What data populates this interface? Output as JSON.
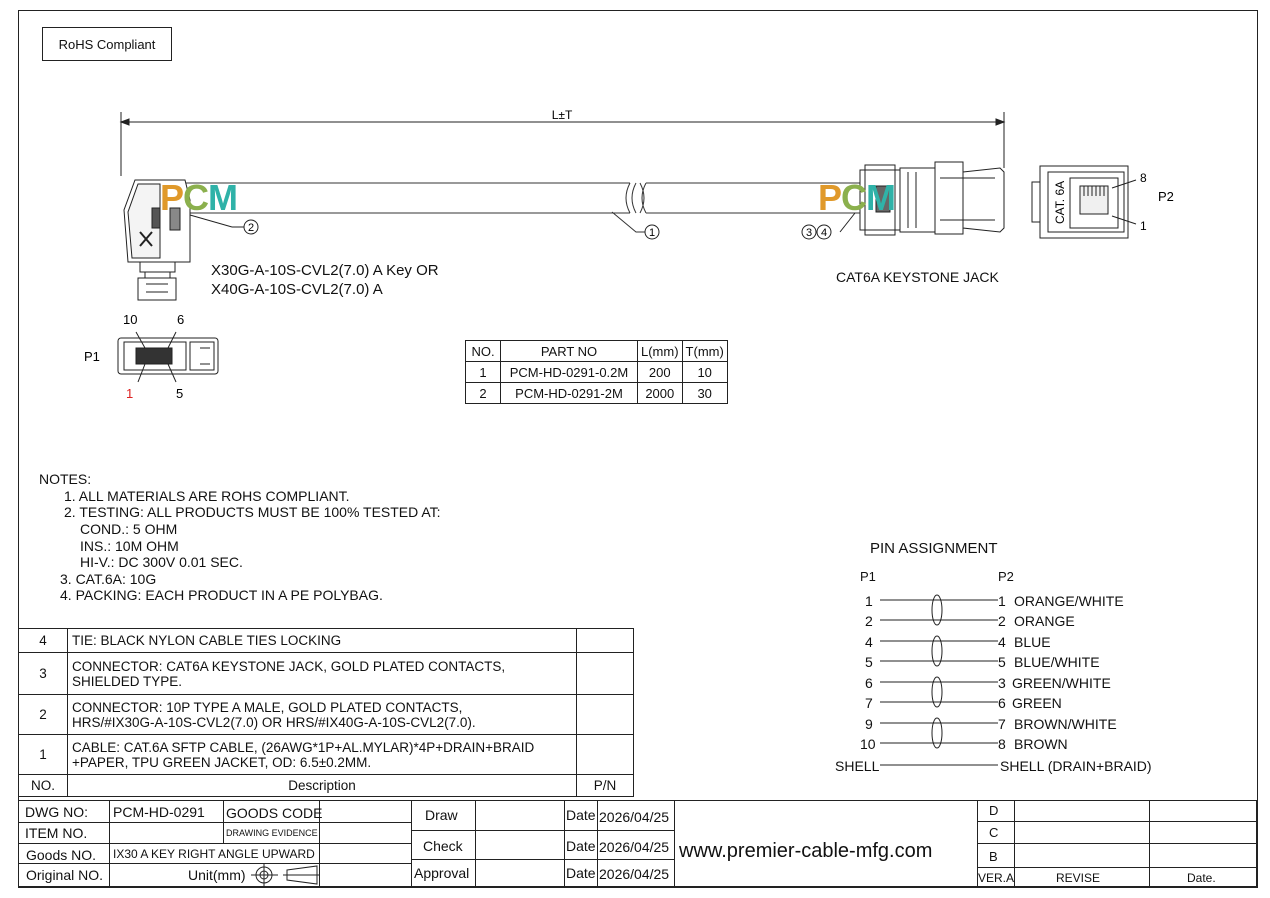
{
  "rohs": "RoHS Compliant",
  "dimension_label": "L±T",
  "watermark": {
    "p": "P",
    "c": "C",
    "m": "M"
  },
  "callouts": {
    "c1": "1",
    "c2": "2",
    "c34": "3 4"
  },
  "p1_connector": {
    "line1": "X30G-A-10S-CVL2(7.0) A Key  OR",
    "line2": "X40G-A-10S-CVL2(7.0) A"
  },
  "p2_connector": {
    "label": "CAT6A KEYSTONE JACK",
    "jack_text": "CAT. 6A",
    "pin_top": "8",
    "pin_bottom": "1",
    "tag": "P2"
  },
  "p1_view": {
    "tag": "P1",
    "pin_tl": "10",
    "pin_tr": "6",
    "pin_bl": "1",
    "pin_br": "5"
  },
  "parts_table": {
    "headers": [
      "NO.",
      "PART NO",
      "L(mm)",
      "T(mm)"
    ],
    "rows": [
      [
        "1",
        "PCM-HD-0291-0.2M",
        "200",
        "10"
      ],
      [
        "2",
        "PCM-HD-0291-2M",
        "2000",
        "30"
      ]
    ]
  },
  "notes": {
    "title": "NOTES:",
    "lines": [
      "1. ALL MATERIALS ARE ROHS COMPLIANT.",
      "2. TESTING: ALL PRODUCTS MUST BE 100% TESTED AT:",
      "COND.: 5 OHM",
      "INS.: 10M OHM",
      "HI-V.: DC 300V 0.01 SEC.",
      "3. CAT.6A: 10G",
      "4. PACKING: EACH PRODUCT IN A PE POLYBAG."
    ]
  },
  "pin_assignment": {
    "title": "PIN  ASSIGNMENT",
    "p1": "P1",
    "p2": "P2",
    "rows": [
      {
        "a": "1",
        "b": "1",
        "color": "ORANGE/WHITE"
      },
      {
        "a": "2",
        "b": "2",
        "color": "ORANGE"
      },
      {
        "a": "4",
        "b": "4",
        "color": "BLUE"
      },
      {
        "a": "5",
        "b": "5",
        "color": "BLUE/WHITE"
      },
      {
        "a": "6",
        "b": "3",
        "color": "GREEN/WHITE"
      },
      {
        "a": "7",
        "b": "6",
        "color": "GREEN"
      },
      {
        "a": "9",
        "b": "7",
        "color": "BROWN/WHITE"
      },
      {
        "a": "10",
        "b": "8",
        "color": "BROWN"
      }
    ],
    "shell_a": "SHELL",
    "shell_b": "SHELL (DRAIN+BRAID)"
  },
  "desc_table": {
    "rows": [
      {
        "no": "4",
        "desc": [
          "TIE: BLACK NYLON CABLE TIES LOCKING"
        ]
      },
      {
        "no": "3",
        "desc": [
          "CONNECTOR: CAT6A KEYSTONE JACK, GOLD PLATED CONTACTS,",
          "SHIELDED TYPE."
        ]
      },
      {
        "no": "2",
        "desc": [
          "CONNECTOR: 10P TYPE A MALE, GOLD PLATED CONTACTS,",
          "HRS/#IX30G-A-10S-CVL2(7.0) OR HRS/#IX40G-A-10S-CVL2(7.0)."
        ]
      },
      {
        "no": "1",
        "desc": [
          "CABLE: CAT.6A SFTP CABLE, (26AWG*1P+AL.MYLAR)*4P+DRAIN+BRAID",
          "+PAPER, TPU GREEN JACKET, OD: 6.5±0.2MM."
        ]
      }
    ],
    "h_no": "NO.",
    "h_desc": "Description",
    "h_pn": "P/N"
  },
  "title_block": {
    "dwg_no_label": "DWG NO:",
    "dwg_no": "PCM-HD-0291",
    "goods_code": "GOODS CODE",
    "item_no_label": "ITEM NO.",
    "drawing_evidence": "DRAWING EVIDENCE",
    "goods_no_label": "Goods NO.",
    "goods_no": "IX30 A KEY RIGHT ANGLE UPWARD",
    "original_no_label": "Original NO.",
    "unit": "Unit(mm)",
    "draw": "Draw",
    "check": "Check",
    "approval": "Approval",
    "date_label": "Date",
    "date1": "2026/04/25",
    "date2": "2026/04/25",
    "date3": "2026/04/25",
    "website": "www.premier-cable-mfg.com",
    "rev_d": "D",
    "rev_c": "C",
    "rev_b": "B",
    "ver": "VER.A",
    "revise": "REVISE",
    "date_col": "Date."
  }
}
